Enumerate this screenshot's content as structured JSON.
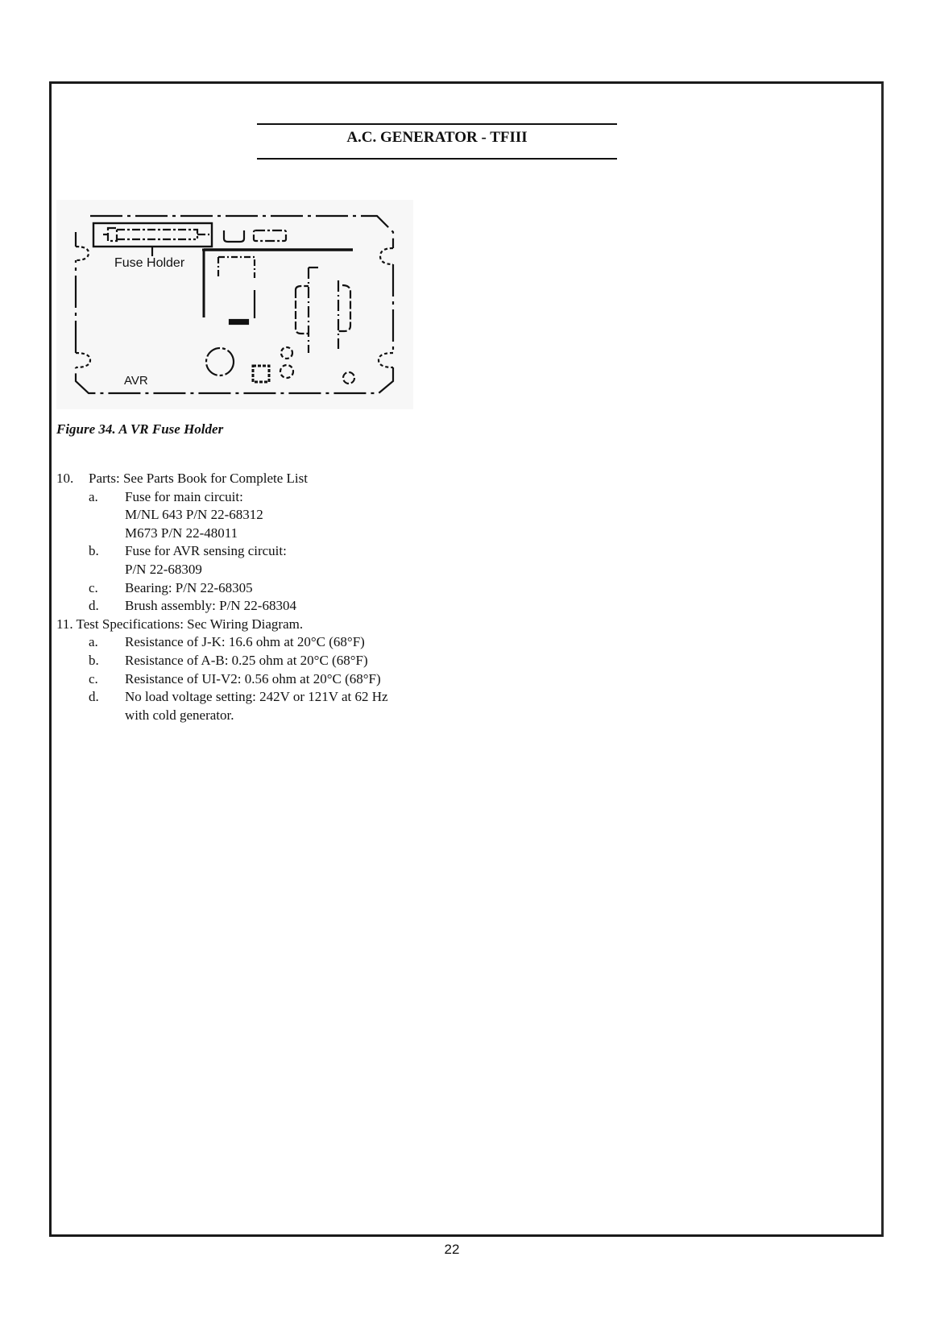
{
  "header": {
    "title": "A.C. GENERATOR - TFIII"
  },
  "figure": {
    "labels": {
      "fuse_holder": "Fuse Holder",
      "avr": "AVR"
    },
    "caption": "Figure 34. A VR Fuse Holder"
  },
  "sections": [
    {
      "number": "10.",
      "text": "Parts: See Parts Book for Complete List",
      "items": [
        {
          "letter": "a.",
          "lines": [
            "Fuse for main circuit:",
            "M/NL 643 P/N 22-68312",
            "M673 P/N 22-48011"
          ]
        },
        {
          "letter": "b.",
          "lines": [
            "Fuse for AVR sensing circuit:",
            "P/N 22-68309"
          ]
        },
        {
          "letter": "c.",
          "lines": [
            "Bearing: P/N 22-68305"
          ]
        },
        {
          "letter": "d.",
          "lines": [
            "Brush assembly: P/N 22-68304"
          ]
        }
      ]
    },
    {
      "number": "11.",
      "text": "11. Test Specifications: Sec Wiring Diagram.",
      "items": [
        {
          "letter": "a.",
          "lines": [
            "Resistance of J-K: 16.6 ohm at 20°C (68°F)"
          ]
        },
        {
          "letter": "b.",
          "lines": [
            "Resistance of A-B: 0.25 ohm at 20°C (68°F)"
          ]
        },
        {
          "letter": "c.",
          "lines": [
            "Resistance of UI-V2: 0.56 ohm at 20°C (68°F)"
          ]
        },
        {
          "letter": "d.",
          "lines": [
            "No load voltage setting: 242V or 121V at 62 Hz",
            "with cold generator."
          ]
        }
      ]
    }
  ],
  "footer": {
    "page_number": "22"
  }
}
